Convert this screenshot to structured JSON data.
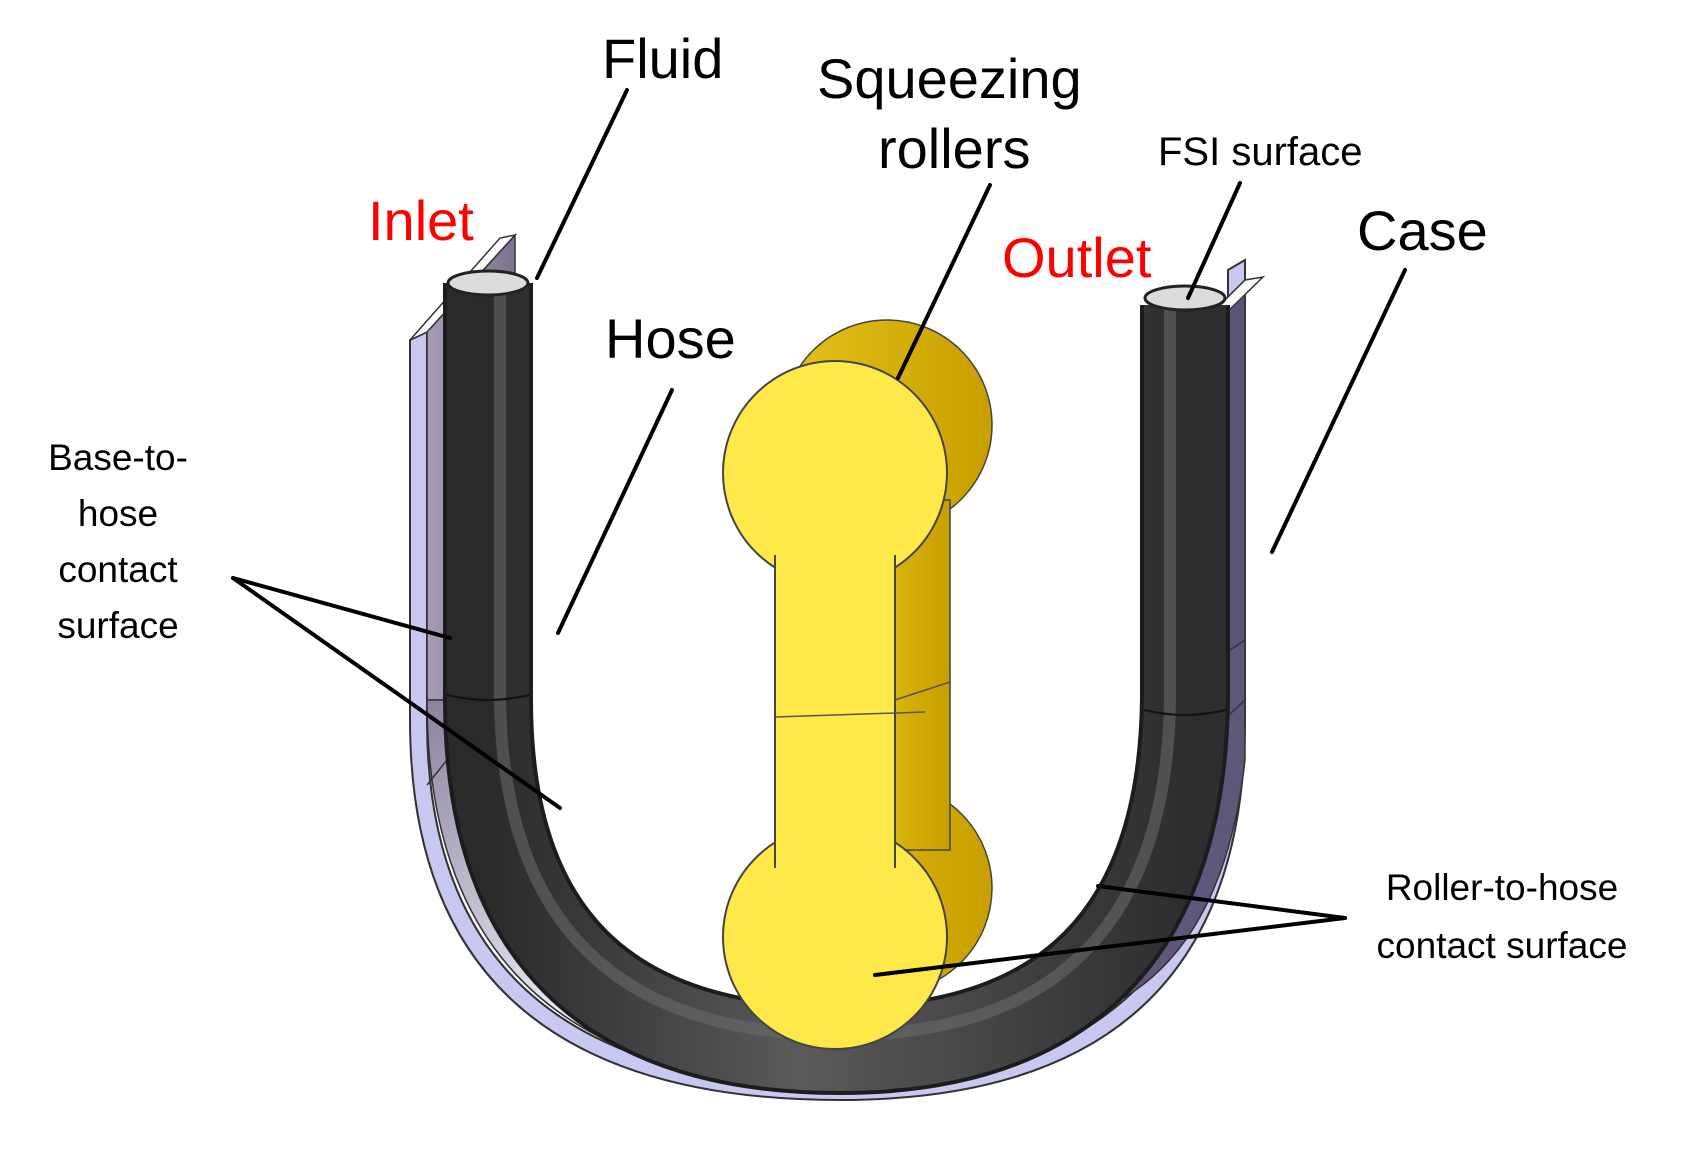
{
  "labels": {
    "fluid": "Fluid",
    "squeezing_line1": "Squeezing",
    "squeezing_line2": "rollers",
    "fsi_surface": "FSI surface",
    "inlet": "Inlet",
    "outlet": "Outlet",
    "case": "Case",
    "hose": "Hose",
    "base_line1": "Base-to-",
    "base_line2": "hose",
    "base_line3": "contact",
    "base_line4": "surface",
    "roller_line1": "Roller-to-hose",
    "roller_line2": "contact surface"
  },
  "colors": {
    "port_label": "#ff0000",
    "label": "#000000",
    "roller": "#ffe94a",
    "roller_shade": "#d9b000",
    "hose": "#3a3a3a",
    "case": "#6e6585",
    "case_edge": "#c8c8f0"
  }
}
